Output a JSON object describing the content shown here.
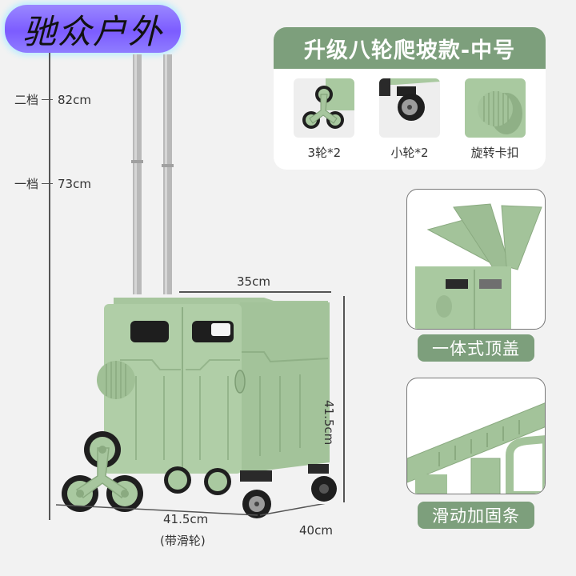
{
  "brand": {
    "name": "驰众户外"
  },
  "spec_card": {
    "title": "升级八轮爬坡款-中号",
    "items": [
      {
        "label": "3轮*2",
        "icon": "tri-wheel-icon"
      },
      {
        "label": "小轮*2",
        "icon": "caster-wheel-icon"
      },
      {
        "label": "旋转卡扣",
        "icon": "rotary-buckle-icon"
      }
    ]
  },
  "features": [
    {
      "label": "一体式顶盖"
    },
    {
      "label": "滑动加固条"
    }
  ],
  "handle_heights": [
    {
      "gear": "二档",
      "height": "82cm"
    },
    {
      "gear": "一档",
      "height": "73cm"
    }
  ],
  "dimensions": {
    "top_width": "35cm",
    "height": "41.5cm",
    "bottom_width": "41.5cm",
    "bottom_width_note": "(带滑轮)",
    "depth": "40cm"
  },
  "colors": {
    "accent_green": "#7d9f7c",
    "cart_green": "#a9c9a0",
    "brand_purple": "#7c5cff"
  }
}
